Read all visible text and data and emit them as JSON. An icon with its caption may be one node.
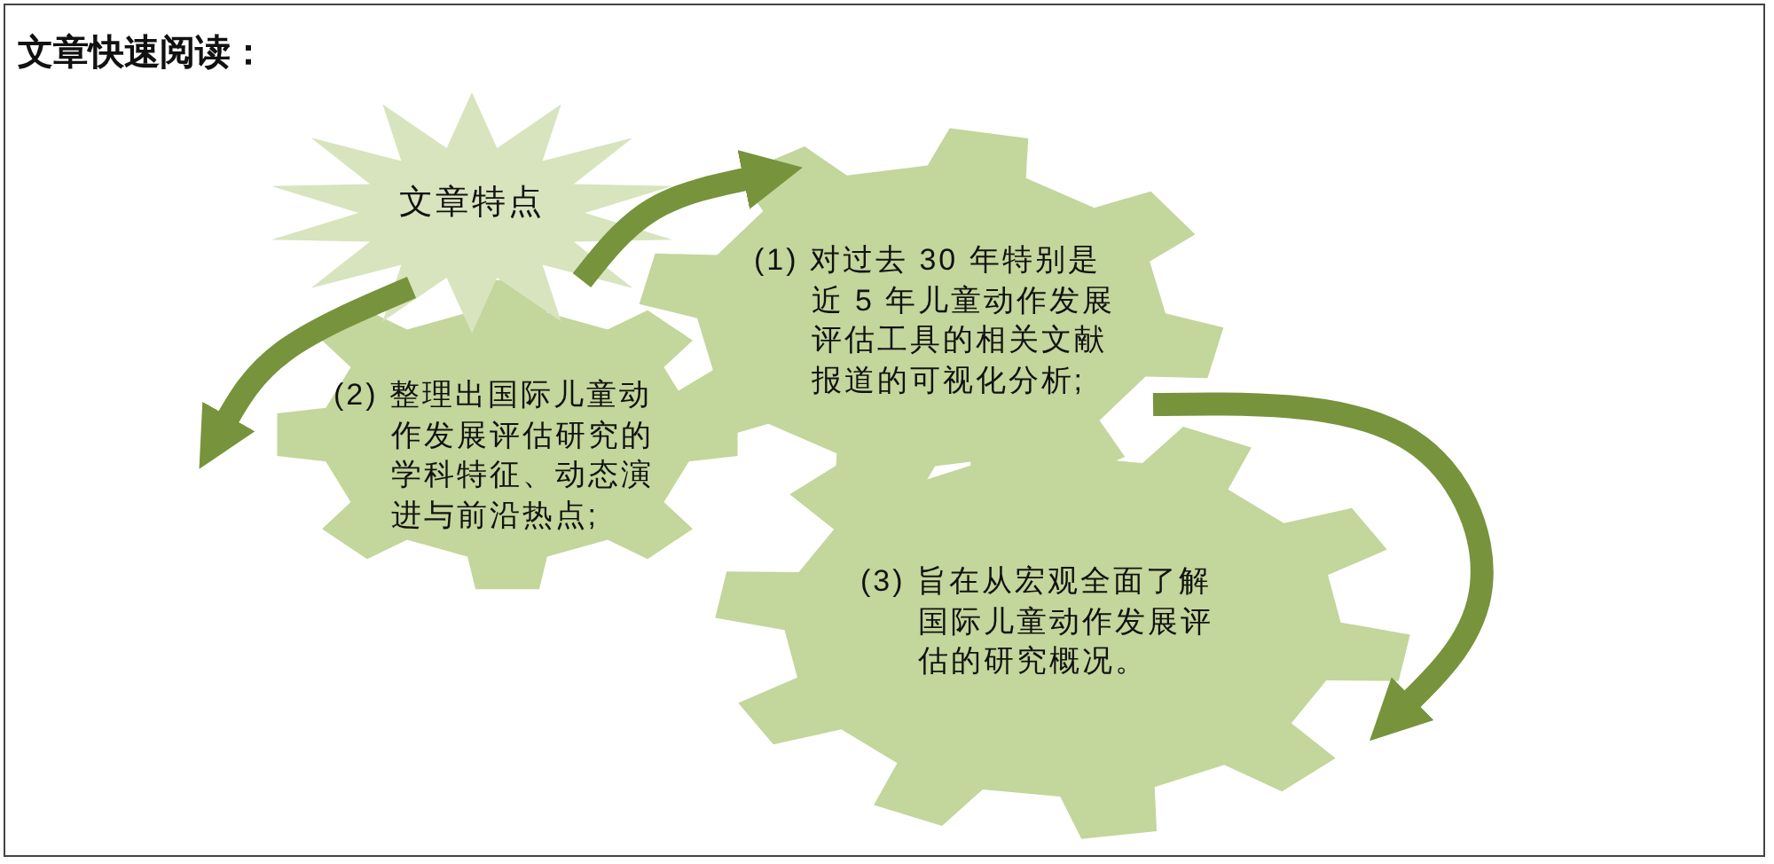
{
  "diagram": {
    "title": "文章快速阅读：",
    "nodes": [
      {
        "text": [
          "文章特点"
        ]
      },
      {
        "text": [
          "(1) 对过去 30 年特别是近 5 年儿童动作发展评估工具的相关文献报道的可视化分析;"
        ]
      },
      {
        "text": [
          "(2) 整理出国际儿童动作发展评估研究的学科特征、动态演进与前沿热点;"
        ]
      },
      {
        "text": [
          "(3) 旨在从宏观全面了解国际儿童动作发展评估的研究概况。"
        ]
      }
    ],
    "edges": [
      {
        "from": 0,
        "to": 1,
        "arrow": "to"
      },
      {
        "from": 1,
        "to": 3,
        "arrow": "to"
      },
      {
        "from": 0,
        "to": 2,
        "arrow": "to"
      }
    ]
  }
}
